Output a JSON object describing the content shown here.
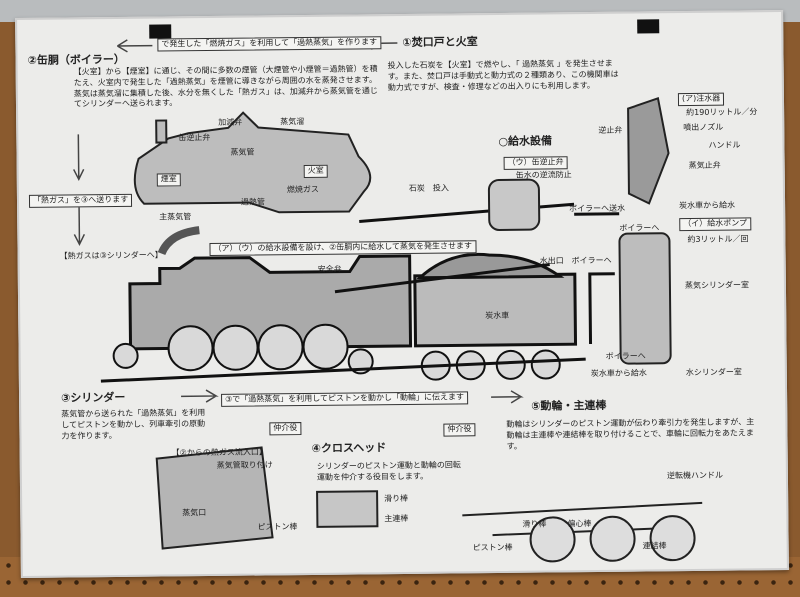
{
  "sections": {
    "firebox": {
      "title": "①焚口戸と火室",
      "text": "投入した石炭を【火室】で燃やし、「 過熱蒸気 」を発生させます。また、焚口戸は手動式と動力式の２種類あり、この機関車は動力式ですが、検査・修理などの出入りにも利用します。"
    },
    "boiler": {
      "title": "②缶胴（ボイラー）",
      "flow": "で発生した「燃焼ガス」を利用して「過熱蒸気」を作ります",
      "text": "【火室】から【煙室】に通じ、その間に多数の煙管（大煙管や小煙管＝過熱管）を積たえ、火室内で発生した「過熱蒸気」を煙管に導きながら周囲の水を蒸発させます。蒸気は蒸気溜に集積した後、水分を無くした「熱ガス」は、加減弁から蒸気管を通じてシリンダーへ送られます。",
      "note1": "「熱ガス」を③へ送ります",
      "note2": "【熱ガスは③シリンダーへ】"
    },
    "boiler_labels": [
      "加減弁",
      "蒸気溜",
      "缶逆止弁",
      "蒸気管",
      "煙室",
      "火室",
      "燃焼ガス",
      "過熱管",
      "主蒸気管",
      "石炭　投入"
    ],
    "water": {
      "title": "○給水設備",
      "valve": "（ウ）缶逆止弁",
      "valve_desc": "缶水の逆流防止",
      "to_boiler": "ボイラーへ送水",
      "outlet": "水出口　ボイラーへ",
      "injector": "(ア)注水器",
      "injector_rate": "約190リットル／分",
      "pump": "（イ）給水ポンプ",
      "pump_rate": "約3リットル／回",
      "labels": [
        "逆止弁",
        "噴出ノズル",
        "ハンドル",
        "蒸気止弁",
        "炭水車から給水",
        "ボイラーへ",
        "蒸気シリンダー室",
        "水シリンダー室",
        "炭水車から給水",
        "ボイラーへ"
      ]
    },
    "loco": {
      "caption": "（ア）（ウ）の給水設備を設け、②缶胴内に給水して蒸気を発生させます",
      "safety_valve": "安全弁",
      "tender": "炭水車"
    },
    "cylinder": {
      "title": "③シリンダー",
      "flow": "③で「過熱蒸気」を利用してピストンを動かし「動輪」に伝えます",
      "text": "蒸気管から送られた「過熱蒸気」を利用してピストンを動かし、列車牽引の原動力を作ります。",
      "inlet": "【②からの熱ガス流入口】",
      "labels": [
        "蒸気管取り付け",
        "蒸気口",
        "ピストン棒"
      ]
    },
    "crosshead": {
      "title": "④クロスヘッド",
      "role": "仲介役",
      "text": "シリンダーのピストン運動と動輪の回転運動を仲介する役目をします。",
      "labels": [
        "滑り棒",
        "主連棒"
      ]
    },
    "wheels": {
      "title": "⑤動輪・主連棒",
      "role": "仲介役",
      "text": "動輪はシリンダーのピストン運動が伝わり牽引力を発生しますが、主動輪は主連棒や連結棒を取り付けることで、車輪に回転力をあたえます。",
      "labels": [
        "逆転機ハンドル",
        "滑り棒",
        "偏心棒",
        "ピストン棒",
        "連結棒"
      ]
    }
  }
}
